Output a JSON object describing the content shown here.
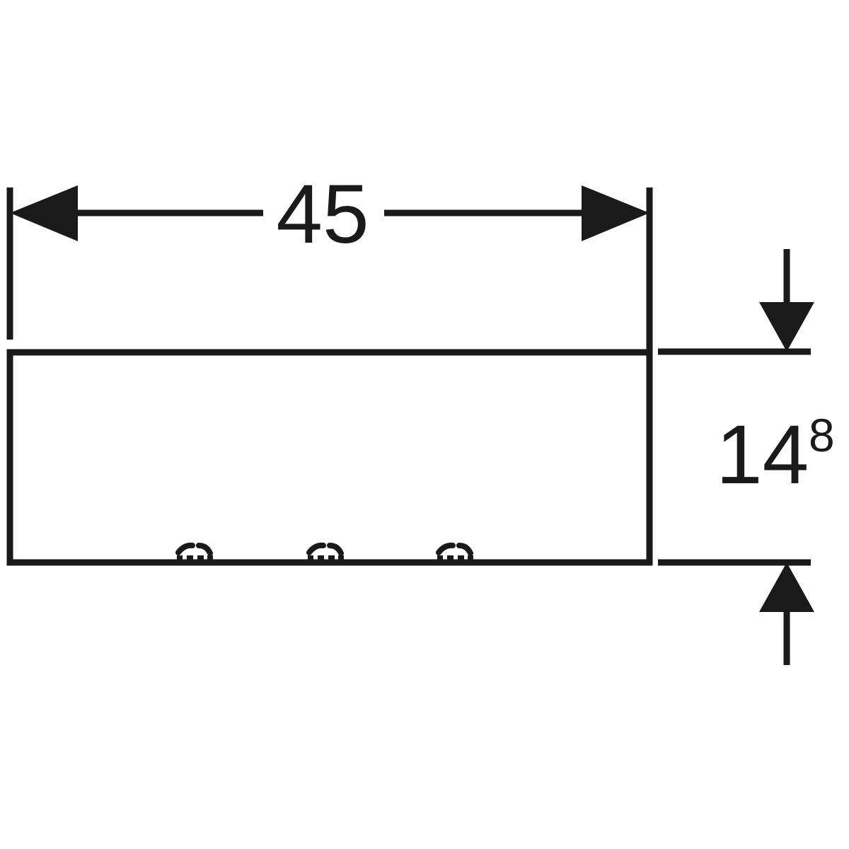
{
  "drawing": {
    "title": "Technical dimension drawing",
    "stroke_color": "#1a1a1a",
    "background_color": "#ffffff",
    "width_dimension": {
      "label": "45",
      "name": "width-dimension",
      "orientation": "horizontal",
      "position": "top"
    },
    "height_dimension": {
      "label": "14",
      "superscript": "8",
      "name": "height-dimension",
      "orientation": "vertical",
      "position": "right"
    },
    "product_outline": {
      "shape": "rectangle",
      "name": "product-outline"
    },
    "mounting_marks": {
      "count": 3,
      "name": "mounting-mark"
    }
  }
}
